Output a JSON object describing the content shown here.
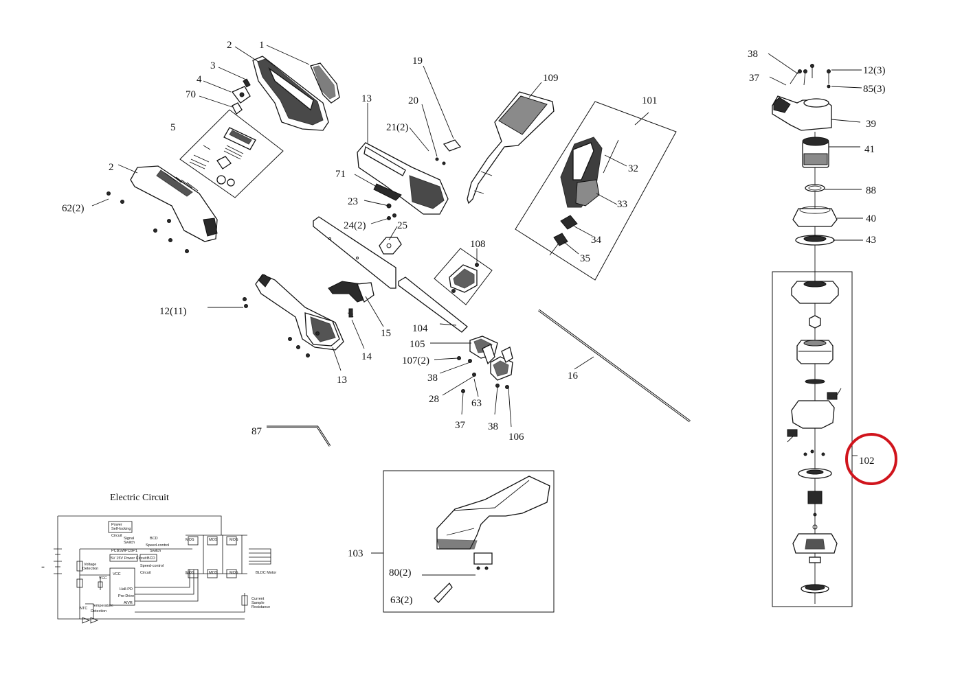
{
  "labels": [
    {
      "id": "p1",
      "text": "1"
    },
    {
      "id": "p2a",
      "text": "2"
    },
    {
      "id": "p3",
      "text": "3"
    },
    {
      "id": "p4",
      "text": "4"
    },
    {
      "id": "p70",
      "text": "70"
    },
    {
      "id": "p5",
      "text": "5"
    },
    {
      "id": "p2b",
      "text": "2"
    },
    {
      "id": "p62",
      "text": "62(2)"
    },
    {
      "id": "p13a",
      "text": "13"
    },
    {
      "id": "p19",
      "text": "19"
    },
    {
      "id": "p20",
      "text": "20"
    },
    {
      "id": "p21",
      "text": "21(2)"
    },
    {
      "id": "p71",
      "text": "71"
    },
    {
      "id": "p23",
      "text": "23"
    },
    {
      "id": "p24",
      "text": "24(2)"
    },
    {
      "id": "p25",
      "text": "25"
    },
    {
      "id": "p109",
      "text": "109"
    },
    {
      "id": "p101",
      "text": "101"
    },
    {
      "id": "p32",
      "text": "32"
    },
    {
      "id": "p33",
      "text": "33"
    },
    {
      "id": "p34",
      "text": "34"
    },
    {
      "id": "p35",
      "text": "35"
    },
    {
      "id": "p108",
      "text": "108"
    },
    {
      "id": "p12_11",
      "text": "12(11)"
    },
    {
      "id": "p15",
      "text": "15"
    },
    {
      "id": "p14",
      "text": "14"
    },
    {
      "id": "p13b",
      "text": "13"
    },
    {
      "id": "p104",
      "text": "104"
    },
    {
      "id": "p105",
      "text": "105"
    },
    {
      "id": "p107",
      "text": "107(2)"
    },
    {
      "id": "p38a",
      "text": "38"
    },
    {
      "id": "p28",
      "text": "28"
    },
    {
      "id": "p63a",
      "text": "63"
    },
    {
      "id": "p37a",
      "text": "37"
    },
    {
      "id": "p38b",
      "text": "38"
    },
    {
      "id": "p106",
      "text": "106"
    },
    {
      "id": "p16",
      "text": "16"
    },
    {
      "id": "p87",
      "text": "87"
    },
    {
      "id": "p103",
      "text": "103"
    },
    {
      "id": "p80",
      "text": "80(2)"
    },
    {
      "id": "p63b",
      "text": "63(2)"
    },
    {
      "id": "p38c",
      "text": "38"
    },
    {
      "id": "p37b",
      "text": "37"
    },
    {
      "id": "p12_3",
      "text": "12(3)"
    },
    {
      "id": "p85",
      "text": "85(3)"
    },
    {
      "id": "p39",
      "text": "39"
    },
    {
      "id": "p41",
      "text": "41"
    },
    {
      "id": "p88",
      "text": "88"
    },
    {
      "id": "p40",
      "text": "40"
    },
    {
      "id": "p43",
      "text": "43"
    },
    {
      "id": "p102",
      "text": "102"
    }
  ],
  "circuit": {
    "title": "Electric Circuit",
    "texts": [
      {
        "id": "c1",
        "text": "Power"
      },
      {
        "id": "c2",
        "text": "Self-locking"
      },
      {
        "id": "c3",
        "text": "Circuit"
      },
      {
        "id": "c4",
        "text": "Signal"
      },
      {
        "id": "c5",
        "text": "Switch"
      },
      {
        "id": "c6",
        "text": "BCD"
      },
      {
        "id": "c7",
        "text": "Speed-control"
      },
      {
        "id": "c8",
        "text": "Switch"
      },
      {
        "id": "c9",
        "text": "PCBSW"
      },
      {
        "id": "c10",
        "text": "PCBP1"
      },
      {
        "id": "c11",
        "text": "5V 15V Power Circuit"
      },
      {
        "id": "c12",
        "text": "BCD"
      },
      {
        "id": "c13",
        "text": "Speed-control"
      },
      {
        "id": "c14",
        "text": "Circuit"
      },
      {
        "id": "c15",
        "text": "Voltage"
      },
      {
        "id": "c16",
        "text": "Detection"
      },
      {
        "id": "c17",
        "text": "VCC"
      },
      {
        "id": "c18",
        "text": "VCC"
      },
      {
        "id": "c19",
        "text": "Hall-PD"
      },
      {
        "id": "c20",
        "text": "Pre-Drive"
      },
      {
        "id": "c21",
        "text": "AIVR"
      },
      {
        "id": "c22",
        "text": "NTC"
      },
      {
        "id": "c23",
        "text": "Temperature"
      },
      {
        "id": "c24",
        "text": "Detection"
      },
      {
        "id": "c25",
        "text": "MOS"
      },
      {
        "id": "c26",
        "text": "MOS"
      },
      {
        "id": "c27",
        "text": "MOS"
      },
      {
        "id": "c28",
        "text": "MOS"
      },
      {
        "id": "c29",
        "text": "MOS"
      },
      {
        "id": "c30",
        "text": "MOS"
      },
      {
        "id": "c31",
        "text": "BLDC Motor"
      },
      {
        "id": "c32",
        "text": "Current"
      },
      {
        "id": "c33",
        "text": "Sample"
      },
      {
        "id": "c34",
        "text": "Resistance"
      }
    ]
  },
  "highlight": {
    "color": "#d0141c",
    "target": "102"
  }
}
